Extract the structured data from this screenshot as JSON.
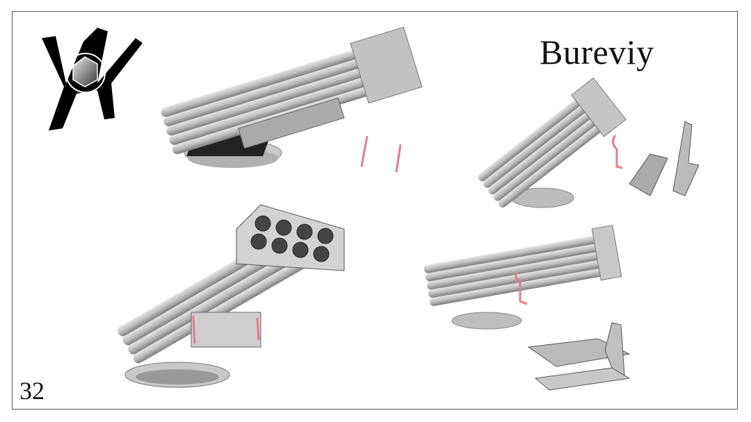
{
  "page": {
    "title": "Bureviy",
    "page_number": "32"
  },
  "logo": {
    "name": "manufacturer-logo"
  },
  "colors": {
    "part_gray": "#b9b9b9",
    "highlight_part": "#e57c8a",
    "frame": "#555555"
  }
}
